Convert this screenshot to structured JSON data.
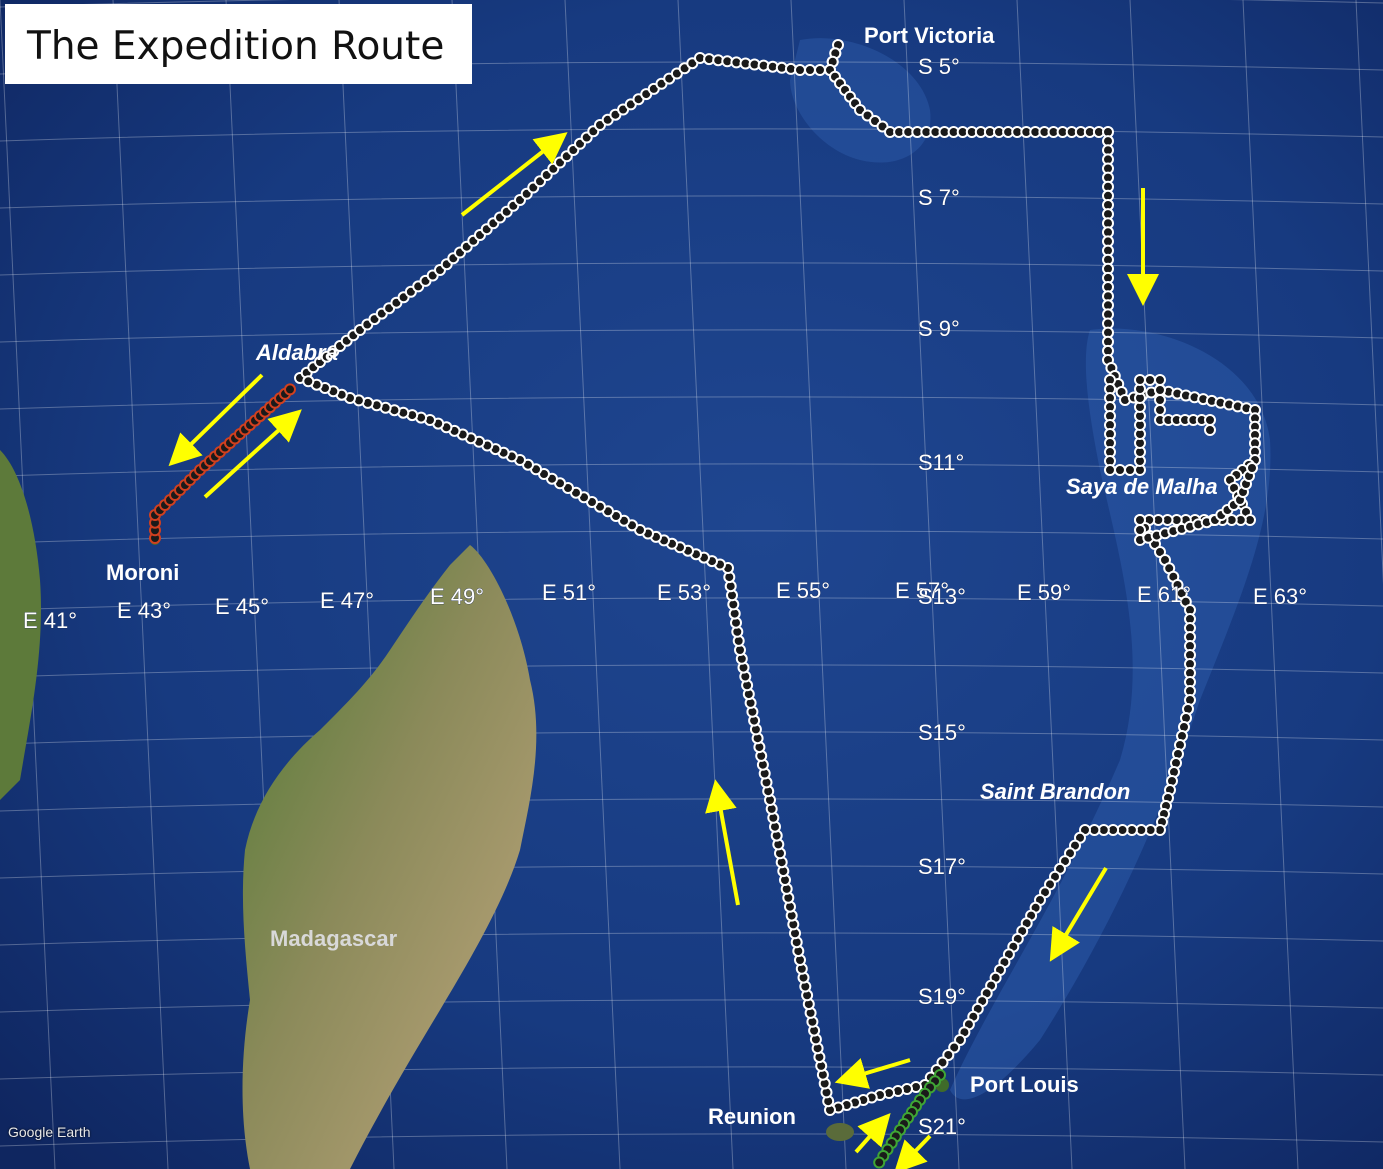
{
  "title": "The Expedition Route",
  "watermark": "Google Earth",
  "places": {
    "port_victoria": "Port Victoria",
    "aldabra": "Aldabra",
    "moroni": "Moroni",
    "saya_de_malha": "Saya de Malha",
    "saint_brandon": "Saint Brandon",
    "port_louis": "Port Louis",
    "reunion": "Reunion",
    "madagascar": "Madagascar"
  },
  "longitude_labels": [
    "E 41°",
    "E 43°",
    "E 45°",
    "E 47°",
    "E 49°",
    "E 51°",
    "E 53°",
    "E 55°",
    "E 57°",
    "E 59°",
    "E 61°",
    "E 63°"
  ],
  "latitude_labels": [
    "S 5°",
    "S 7°",
    "S 9°",
    "S11°",
    "S13°",
    "S15°",
    "S17°",
    "S19°",
    "S21°"
  ],
  "colors": {
    "ocean": "#17357a",
    "route_white": "#ffffff",
    "route_red": "#d1401f",
    "route_green": "#3fa535",
    "arrow": "#ffff00",
    "land": "#5d7a3a"
  },
  "route_segments": [
    {
      "color": "route_red",
      "from": "Moroni",
      "to": "Aldabra"
    },
    {
      "color": "route_white",
      "from": "Aldabra",
      "to": "Port Victoria"
    },
    {
      "color": "route_white",
      "from": "Port Victoria",
      "to": "Saya de Malha"
    },
    {
      "color": "route_white",
      "from": "Saya de Malha",
      "to": "Saint Brandon"
    },
    {
      "color": "route_white",
      "from": "Saint Brandon",
      "to": "Port Louis"
    },
    {
      "color": "route_white",
      "from": "Port Louis",
      "to": "Reunion"
    },
    {
      "color": "route_white",
      "from": "Reunion",
      "to": "Aldabra"
    },
    {
      "color": "route_green",
      "from": "Port Louis",
      "to": "Port Louis"
    }
  ]
}
